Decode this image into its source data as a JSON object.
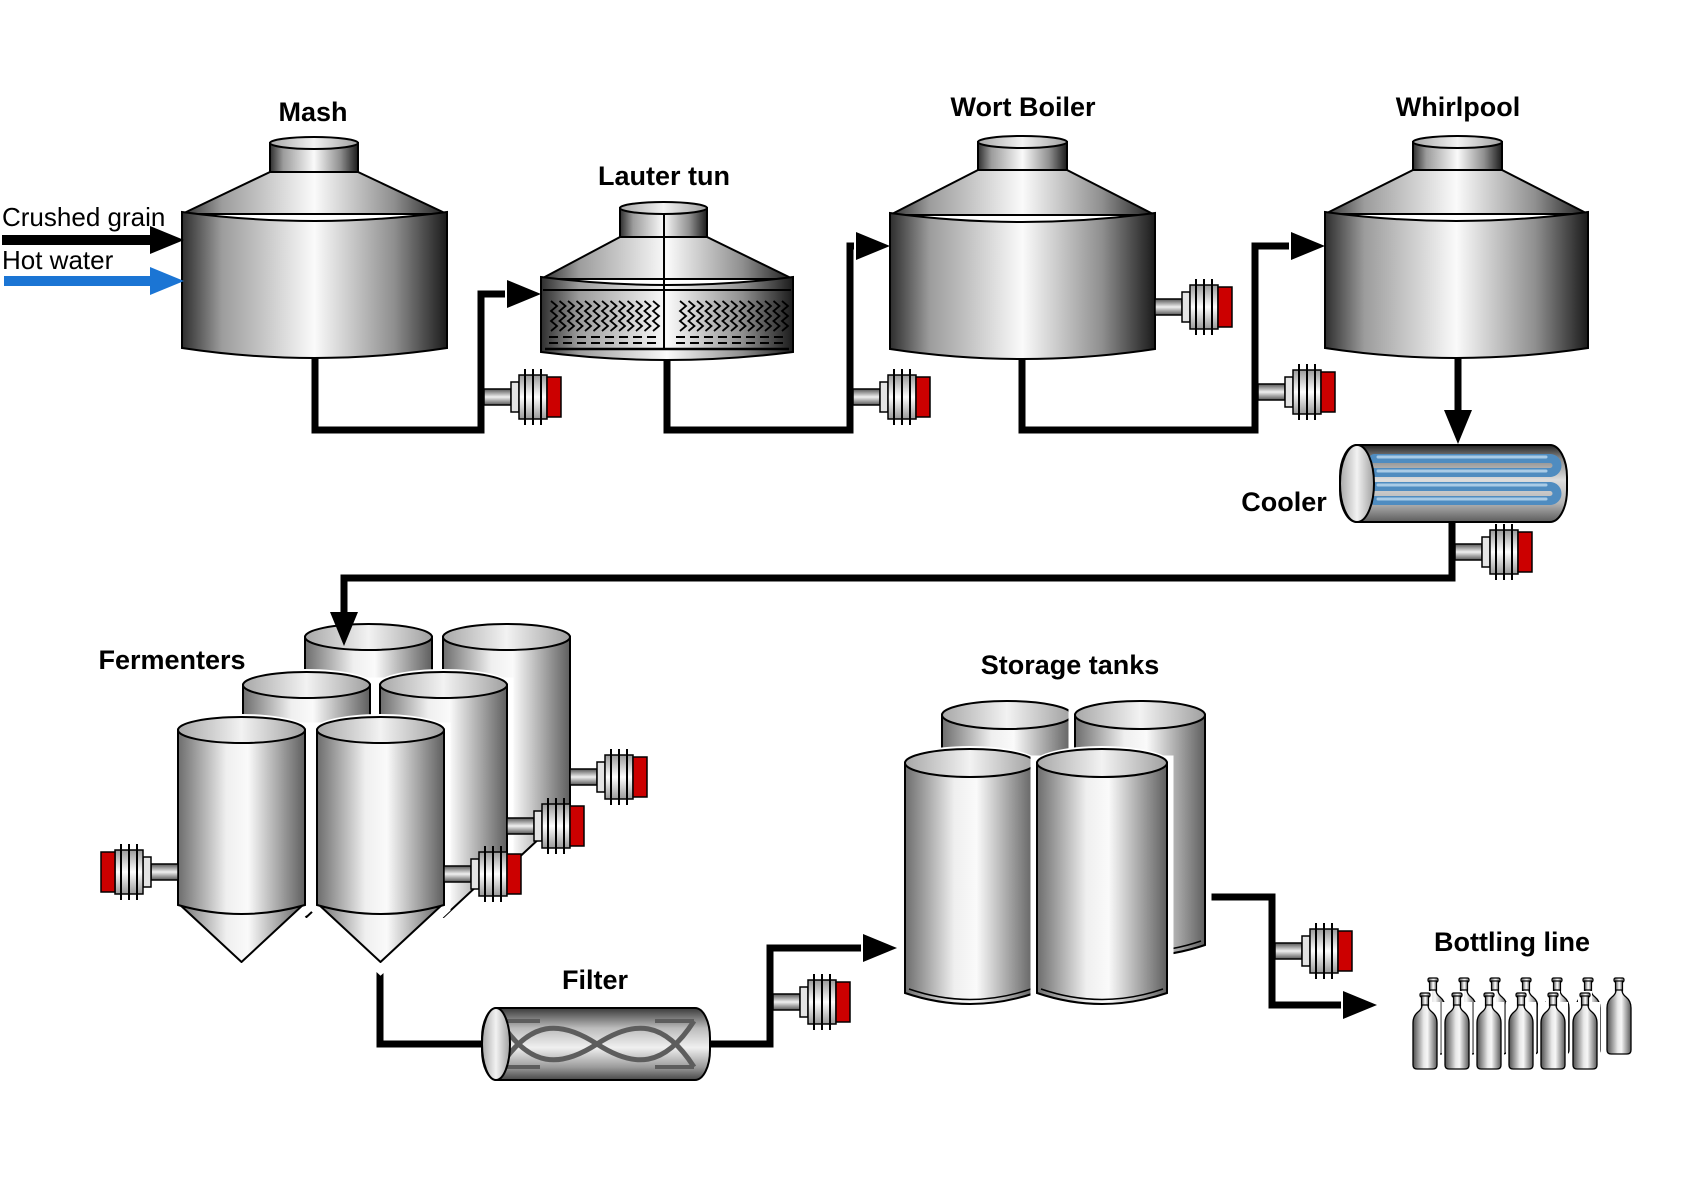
{
  "inputs": [
    {
      "label": "Crushed grain"
    },
    {
      "label": "Hot water"
    }
  ],
  "stages": {
    "mash": "Mash",
    "lauter_tun": "Lauter tun",
    "wort_boiler": "Wort Boiler",
    "whirlpool": "Whirlpool",
    "cooler": "Cooler",
    "fermenters": "Fermenters",
    "filter": "Filter",
    "storage_tanks": "Storage tanks",
    "bottling_line": "Bottling line"
  },
  "counts": {
    "fermenter_tanks": 6,
    "storage_tanks": 4,
    "bottles": 13,
    "pumps": 11
  },
  "colors": {
    "background": "#ffffff",
    "pipe": "#000000",
    "pump_red": "#cc0000",
    "hot_water_arrow_blue": "#1b75d4",
    "cooling_coil_blue": "#4f8cc0",
    "vessel_metal_light": "#f5f5f5",
    "vessel_metal_dark": "#2e2e2e"
  }
}
